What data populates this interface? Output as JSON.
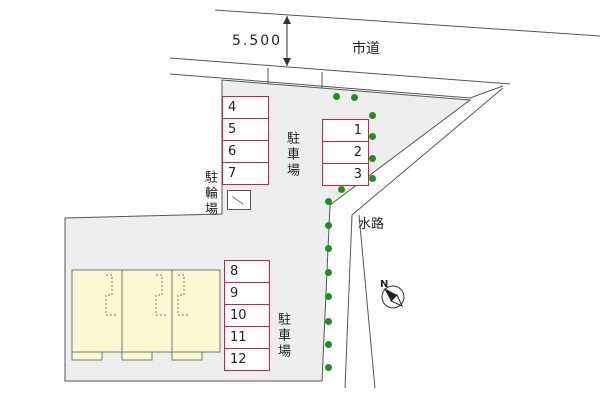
{
  "road": {
    "width_label": "5.500",
    "name": "市道"
  },
  "waterway": {
    "label": "水路"
  },
  "bicycle_parking": {
    "label": "駐輪場"
  },
  "parking_top": {
    "label": "駐車場",
    "left_column": [
      "4",
      "5",
      "6",
      "7"
    ],
    "right_column": [
      "1",
      "2",
      "3"
    ]
  },
  "parking_bottom": {
    "label": "駐車場",
    "spaces": [
      "8",
      "9",
      "10",
      "11",
      "12"
    ]
  },
  "compass": {
    "north_label": "N",
    "icon": "north-arrow-icon"
  },
  "building": {
    "unit_count": 3
  },
  "colors": {
    "lot": "#eeeeee",
    "building": "#fafad2",
    "parking_border": "#d81b43",
    "tree": "#1f8f1f"
  }
}
